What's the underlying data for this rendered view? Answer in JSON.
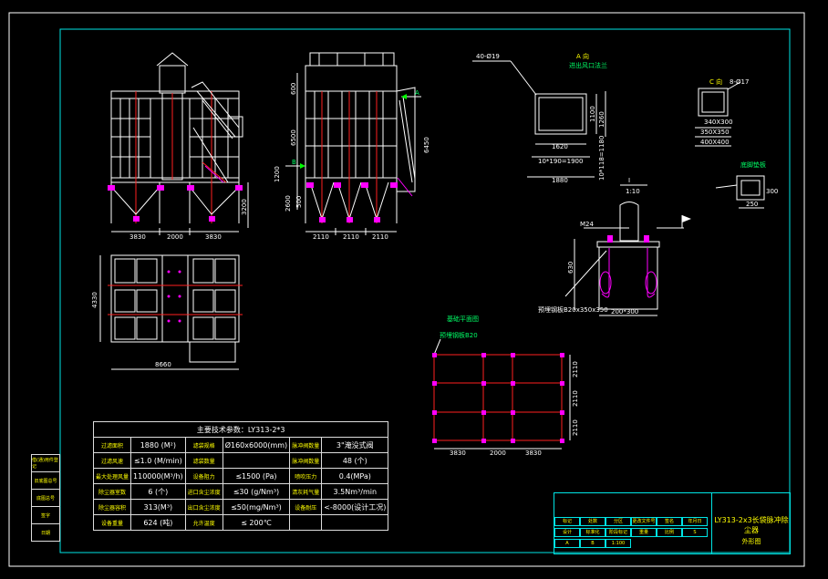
{
  "drawing": {
    "title": "LY313-2x3长袋脉冲除尘器",
    "subtitle": "外形图",
    "scale": "1:10",
    "section_mark": "I"
  },
  "views": {
    "front_dims": [
      "3830",
      "2000",
      "3830"
    ],
    "front_height": "3200",
    "side_dims": [
      "2110",
      "2110",
      "2110"
    ],
    "side_heights": [
      "600",
      "6500",
      "6450",
      "1200",
      "2600",
      "500"
    ],
    "plan_width": "8660",
    "plan_height": "4330",
    "flange_a_title": "A 向",
    "flange_a_sub": "进出风口法兰",
    "flange_a_note": "40-Ø19",
    "flange_a_dims": [
      "1620",
      "10*190=1900",
      "1880",
      "1100",
      "1260",
      "10*118=1180"
    ],
    "flange_c_title": "C 向",
    "flange_c_note": "8-Ø17",
    "flange_c_dims": [
      "340X300",
      "350X350",
      "400X400"
    ],
    "anchor_dims": [
      "M24",
      "630",
      "200*300"
    ],
    "anchor_note": "预埋钢板B20x350x350",
    "small_part_title": "底脚垫板",
    "small_part_dims": [
      "250",
      "300"
    ],
    "base_title": "基础平面图",
    "base_note": "预埋钢板B20",
    "base_dims_h": [
      "3830",
      "2000",
      "3830"
    ],
    "base_dims_v": [
      "2110",
      "2110",
      "2110"
    ],
    "label_b": "B",
    "label_a": "A",
    "label_c": "C"
  },
  "spec": {
    "header": "主要技术参数：LY313-2*3",
    "rows": [
      [
        "过滤面积",
        "1880 (M²)",
        "滤袋规格",
        "Ø160x6000(mm)",
        "脉冲阀数量",
        "3\"淹没式阀"
      ],
      [
        "过滤风速",
        "≤1.0 (M/min)",
        "滤袋数量",
        "",
        "脉冲阀数量",
        "48 (个)"
      ],
      [
        "最大处理风量",
        "110000(M³/h)",
        "设备阻力",
        "≤1500 (Pa)",
        "喷吹压力",
        "0.4(MPa)"
      ],
      [
        "除尘器室数",
        "6 (个)",
        "进口含尘浓度",
        "≤30 (g/Nm³)",
        "清灰耗气量",
        "3.5Nm³/min"
      ],
      [
        "除尘器容积",
        "313(M³)",
        "出口含尘浓度",
        "≤50(mg/Nm³)",
        "设备耐压",
        "<-8000(设计工况)"
      ],
      [
        "设备重量",
        "624 (吨)",
        "允许温度",
        "≤ 200℃",
        "",
        ""
      ]
    ]
  },
  "side_labels": [
    "借(通)用件登记",
    "旧底图总号",
    "底图总号",
    "签字",
    "日期"
  ],
  "title_block": {
    "name": "LY313-2x3长袋脉冲除尘器",
    "sheet": "外形图",
    "cells": [
      "标记",
      "处数",
      "分区",
      "更改文件号",
      "签名",
      "年月日",
      "设计",
      "标准化",
      "阶段标记",
      "重量",
      "比例",
      "S",
      "A",
      "B",
      "1:100"
    ]
  },
  "colors": {
    "line": "#ffffff",
    "frame": "#00e5e5",
    "axis": "#ff2020",
    "mark": "#ff00ff",
    "text": "#ffff00"
  }
}
